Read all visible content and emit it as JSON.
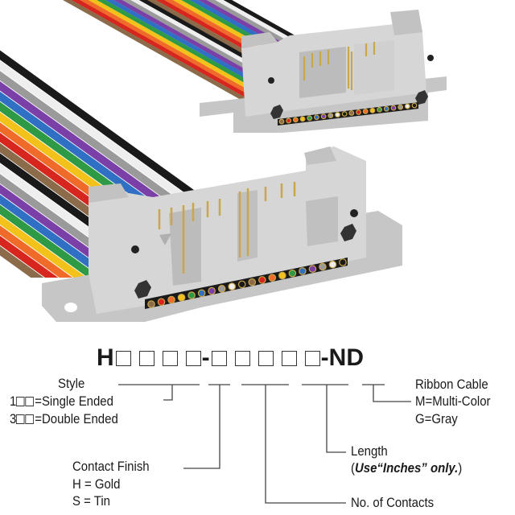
{
  "part_number": {
    "prefix": "H",
    "separator": "-",
    "suffix": "-ND"
  },
  "style": {
    "title": "Style",
    "single": "=Single Ended",
    "single_prefix": "1",
    "double": "=Double Ended",
    "double_prefix": "3"
  },
  "contact_finish": {
    "title": "Contact Finish",
    "gold": "H = Gold",
    "tin": "S = Tin"
  },
  "contacts": {
    "title": "No. of Contacts"
  },
  "length": {
    "title": "Length",
    "note_open": "(",
    "note_bold": "Use“Inches” only.",
    "note_close": ")"
  },
  "ribbon": {
    "title": "Ribbon Cable",
    "multi": "M=Multi-Color",
    "gray": "G=Gray"
  },
  "colors": {
    "wires": [
      "#8b6b4a",
      "#d7261e",
      "#f06a2a",
      "#f2c21b",
      "#2e9a45",
      "#2f6fc4",
      "#7b3fa8",
      "#9a9a9a",
      "#eeeeee",
      "#1a1a1a"
    ],
    "housing": "#d3d3d3",
    "housing_shade": "#b8b8b8",
    "pin": "#c9a64a"
  }
}
